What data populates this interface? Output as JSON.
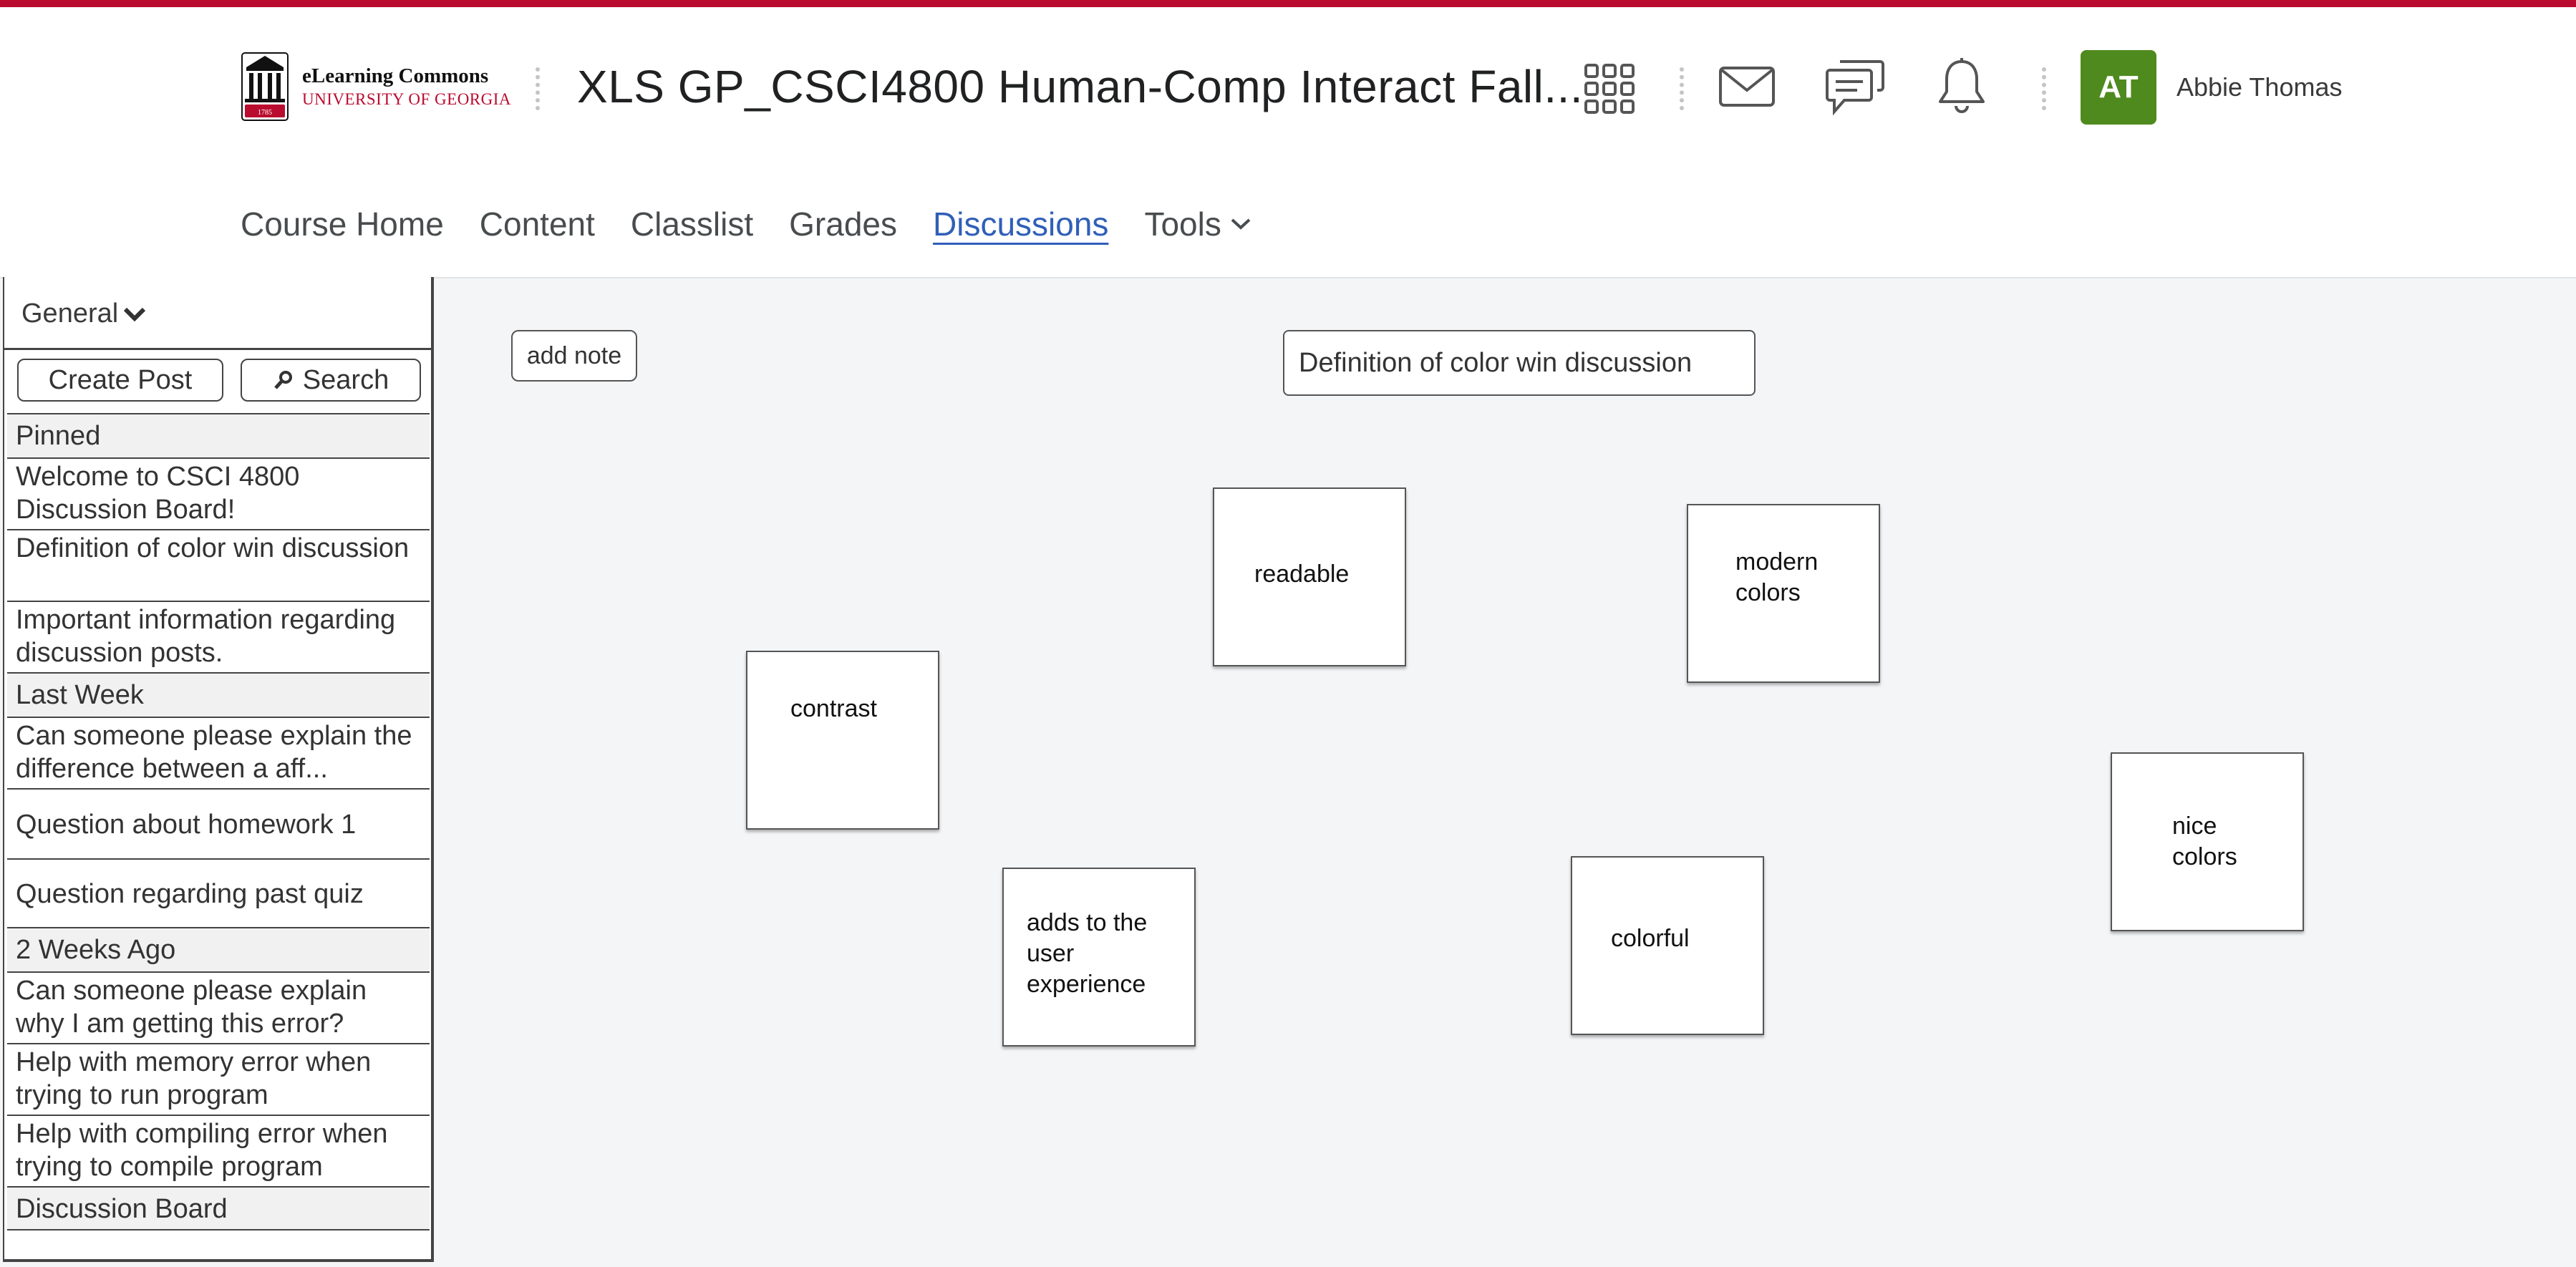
{
  "brand": {
    "accent_color": "#ba0c2f",
    "logo_line1": "eLearning Commons",
    "logo_line2": "UNIVERSITY OF GEORGIA",
    "seal_year": "1785"
  },
  "header": {
    "course_title": "XLS GP_CSCI4800 Human-Comp Interact Fall...",
    "icons": [
      "apps-grid-icon",
      "mail-icon",
      "chat-icon",
      "bell-icon"
    ],
    "user": {
      "initials": "AT",
      "name": "Abbie Thomas",
      "avatar_color": "#4f8a1e"
    }
  },
  "nav": {
    "items": [
      "Course Home",
      "Content",
      "Classlist",
      "Grades",
      "Discussions",
      "Tools"
    ],
    "active": "Discussions"
  },
  "sidebar": {
    "category": "General",
    "create_post_label": "Create Post",
    "search_label": "Search",
    "items": [
      {
        "type": "section",
        "text": "Pinned"
      },
      {
        "type": "post",
        "text": "Welcome to CSCI 4800 Discussion Board!"
      },
      {
        "type": "post",
        "text": "Definition of color win discussion"
      },
      {
        "type": "post",
        "text": "Important information regarding discussion posts."
      },
      {
        "type": "section",
        "text": "Last Week"
      },
      {
        "type": "post",
        "text": "Can someone please explain the difference between a aff..."
      },
      {
        "type": "post",
        "text": "Question about homework 1"
      },
      {
        "type": "post",
        "text": "Question regarding past quiz"
      },
      {
        "type": "section",
        "text": "2 Weeks Ago"
      },
      {
        "type": "post",
        "text": "Can someone please explain why I am getting this error?"
      },
      {
        "type": "post",
        "text": "Help with memory error when trying to run program"
      },
      {
        "type": "post",
        "text": "Help with compiling error when trying to compile program"
      },
      {
        "type": "section",
        "text": "Discussion Board"
      }
    ]
  },
  "board": {
    "add_note_label": "add note",
    "title": "Definition of color win discussion",
    "notes": [
      "contrast",
      "readable",
      "modern\ncolors",
      "adds to the\nuser\nexperience",
      "colorful",
      "nice\ncolors"
    ]
  }
}
